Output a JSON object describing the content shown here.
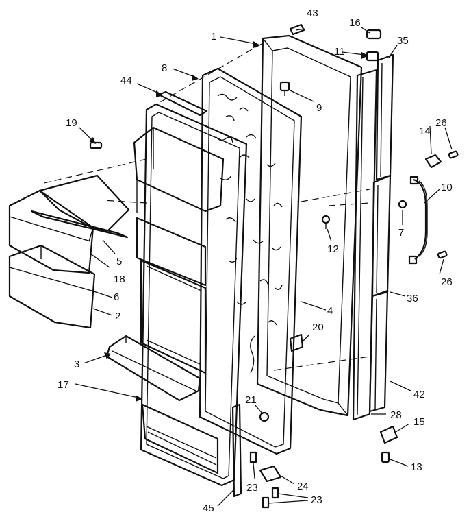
{
  "callouts": [
    {
      "id": "1",
      "text": "1"
    },
    {
      "id": "2",
      "text": "2"
    },
    {
      "id": "3",
      "text": "3"
    },
    {
      "id": "4",
      "text": "4"
    },
    {
      "id": "5",
      "text": "5"
    },
    {
      "id": "6",
      "text": "6"
    },
    {
      "id": "7",
      "text": "7"
    },
    {
      "id": "8",
      "text": "8"
    },
    {
      "id": "9",
      "text": "9"
    },
    {
      "id": "10",
      "text": "10"
    },
    {
      "id": "11",
      "text": "11"
    },
    {
      "id": "12",
      "text": "12"
    },
    {
      "id": "13",
      "text": "13"
    },
    {
      "id": "14",
      "text": "14"
    },
    {
      "id": "15",
      "text": "15"
    },
    {
      "id": "16",
      "text": "16"
    },
    {
      "id": "17",
      "text": "17"
    },
    {
      "id": "18",
      "text": "18"
    },
    {
      "id": "19",
      "text": "19"
    },
    {
      "id": "20",
      "text": "20"
    },
    {
      "id": "21",
      "text": "21"
    },
    {
      "id": "23a",
      "text": "23"
    },
    {
      "id": "23b",
      "text": "23"
    },
    {
      "id": "24",
      "text": "24"
    },
    {
      "id": "26a",
      "text": "26"
    },
    {
      "id": "26b",
      "text": "26"
    },
    {
      "id": "28",
      "text": "28"
    },
    {
      "id": "35",
      "text": "35"
    },
    {
      "id": "36",
      "text": "36"
    },
    {
      "id": "42",
      "text": "42"
    },
    {
      "id": "43",
      "text": "43"
    },
    {
      "id": "44",
      "text": "44"
    },
    {
      "id": "45",
      "text": "45"
    }
  ]
}
